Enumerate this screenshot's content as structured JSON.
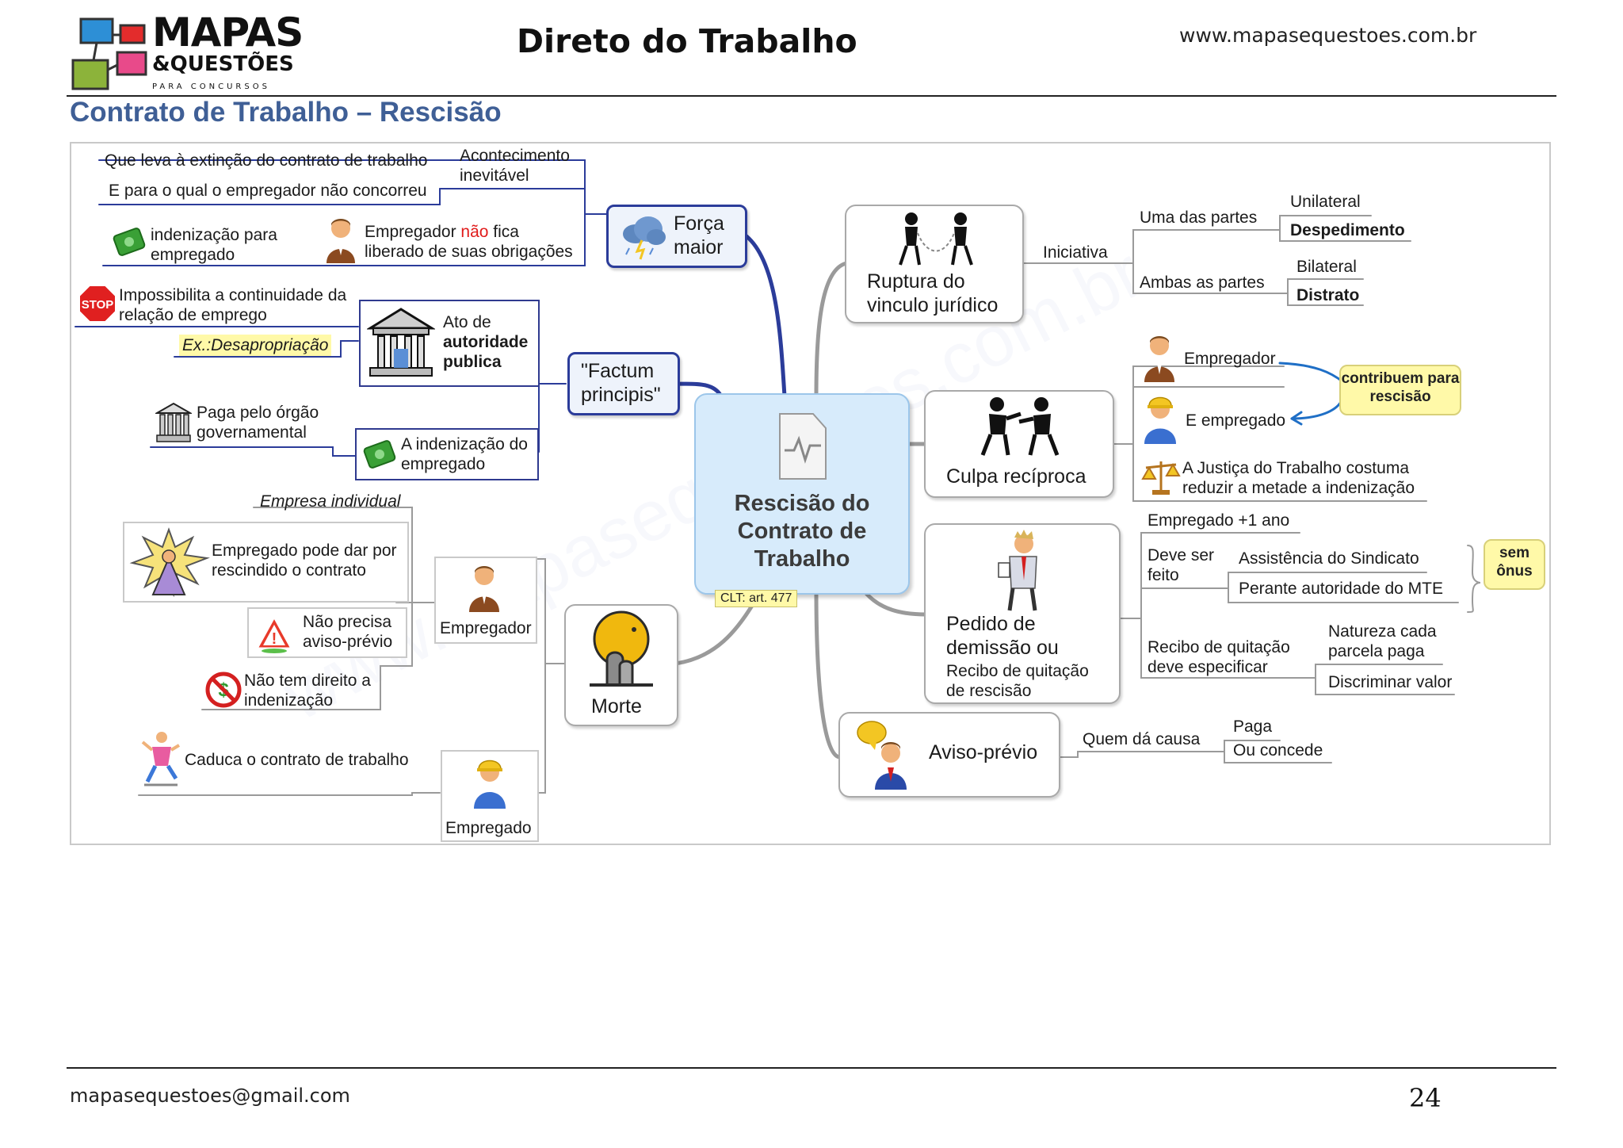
{
  "header": {
    "logo_main": "MAPAS",
    "logo_sub": "&QUESTÕES",
    "logo_tag": "PARA CONCURSOS",
    "title": "Direto do Trabalho",
    "url": "www.mapasequestoes.com.br",
    "subtitle": "Contrato de Trabalho – Rescisão"
  },
  "center": {
    "label": "Rescisão do Contrato de Trabalho",
    "tag": "CLT: art. 477"
  },
  "forca_maior": {
    "label": "Força maior",
    "evento": "Acontecimento inevitável",
    "extincao": "Que leva à extinção do contrato de trabalho",
    "nao_concorreu": "E para o qual o empregador não concorreu",
    "indenizacao": "indenização para empregado",
    "empregador_1": "Empregador",
    "empregador_nao": "não",
    "empregador_2": "fica",
    "empregador_3": "liberado de suas obrigações"
  },
  "factum": {
    "label": "\"Factum principis\"",
    "ato_1": "Ato de",
    "ato_2": "autoridade",
    "ato_3": "publica",
    "impossibilita": "Impossibilita a continuidade da relação de emprego",
    "exemplo": "Ex.:Desapropriação",
    "paga_orgao": "Paga pelo órgão governamental",
    "indenizacao_emp": "A indenização do empregado"
  },
  "morte": {
    "label": "Morte",
    "empregador": "Empregador",
    "empresa_individual": "Empresa individual",
    "pode_dar": "Empregado pode dar por rescindido o contrato",
    "aviso": "Não precisa aviso-prévio",
    "indeniz": "Não tem direito a indenização",
    "empregado": "Empregado",
    "caduca": "Caduca o contrato de trabalho"
  },
  "ruptura": {
    "label": "Ruptura do vinculo jurídico",
    "iniciativa": "Iniciativa",
    "uma_das_partes": "Uma das partes",
    "unilateral": "Unilateral",
    "despedimento": "Despedimento",
    "ambas": "Ambas as partes",
    "bilateral": "Bilateral",
    "distrato": "Distrato"
  },
  "culpa": {
    "label": "Culpa recíproca",
    "empregador": "Empregador",
    "empregado": "E empregado",
    "contribuem": "contribuem para rescisão",
    "justica": "A Justiça do Trabalho costuma reduzir a metade a indenização"
  },
  "pedido": {
    "label_1": "Pedido de demissão ou",
    "label_2": "Recibo de quitação de rescisão",
    "mais_ano": "Empregado +1 ano",
    "deve_ser": "Deve ser feito",
    "sindicato": "Assistência do Sindicato",
    "mte": "Perante autoridade do MTE",
    "sem_onus": "sem ônus",
    "recibo": "Recibo de quitação deve especificar",
    "natureza": "Natureza cada parcela paga",
    "discriminar": "Discriminar valor"
  },
  "aviso": {
    "label": "Aviso-prévio",
    "quem": "Quem dá causa",
    "paga": "Paga",
    "concede": "Ou concede"
  },
  "footer": {
    "email": "mapasequestoes@gmail.com",
    "page": "24"
  },
  "watermark": "www.mapasequestoes.com.br"
}
